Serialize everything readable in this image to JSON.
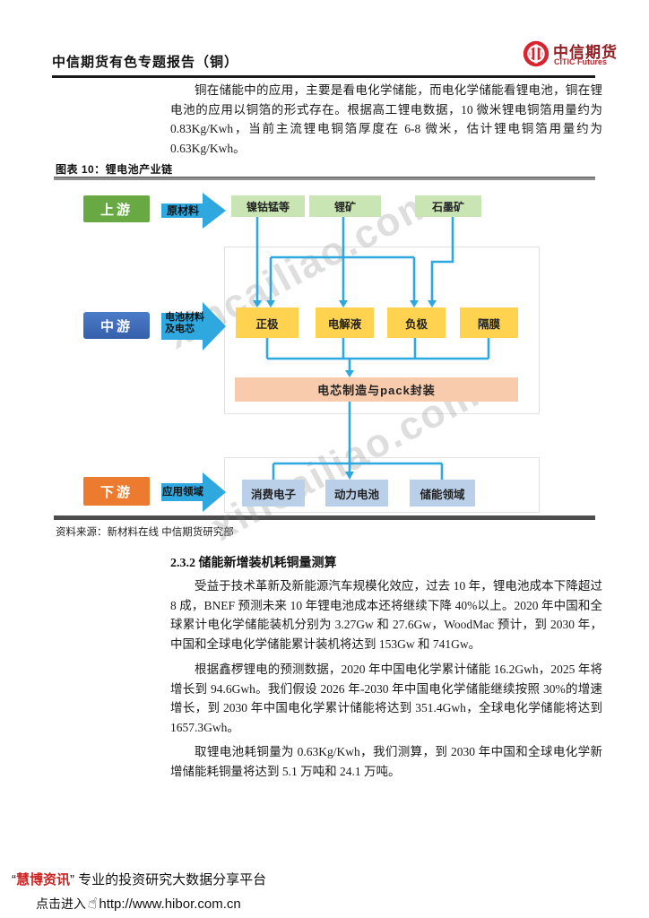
{
  "header": {
    "title": "中信期货有色专题报告（铜）",
    "logo_zh": "中信期货",
    "logo_en": "CITIC Futures"
  },
  "body": {
    "p1": "铜在储能中的应用，主要是看电化学储能，而电化学储能看锂电池，铜在锂电池的应用以铜箔的形式存在。根据高工锂电数据，10 微米锂电铜箔用量约为 0.83Kg/Kwh，当前主流锂电铜箔厚度在 6-8 微米，估计锂电铜箔用量约为 0.63Kg/Kwh。",
    "section_heading": "2.3.2 储能新增装机耗铜量测算",
    "p2": "受益于技术革新及新能源汽车规模化效应，过去 10 年，锂电池成本下降超过 8 成，BNEF 预测未来 10 年锂电池成本还将继续下降 40%以上。2020 年中国和全球累计电化学储能装机分别为 3.27Gw 和 27.6Gw，WoodMac 预计，到 2030 年，中国和全球电化学储能累计装机将达到 153Gw 和 741Gw。",
    "p3": "根据鑫椤锂电的预测数据，2020 年中国电化学累计储能 16.2Gwh，2025 年将增长到 94.6Gwh。我们假设 2026 年-2030 年中国电化学储能继续按照 30%的增速增长，到 2030 年中国电化学累计储能将达到 351.4Gwh，全球电化学储能将达到 1657.3Gwh。",
    "p4": "取锂电池耗铜量为 0.63Kg/Kwh，我们测算，到 2030 年中国和全球电化学新增储能耗铜量将达到 5.1 万吨和 24.1 万吨。"
  },
  "figure": {
    "caption": "图表 10：锂电池产业链",
    "source": "资料来源：新材料在线 中信期货研究部",
    "watermark": "xincailiao.com",
    "stages": {
      "up": "上游",
      "mid": "中游",
      "down": "下游"
    },
    "arrow_labels": {
      "a1": "原材料",
      "a2_line1": "电池材料",
      "a2_line2": "及电芯",
      "a3": "应用领域"
    },
    "upstream_items": [
      "镍钴锰等",
      "锂矿",
      "石墨矿"
    ],
    "midstream_items": [
      "正极",
      "电解液",
      "负极",
      "隔膜"
    ],
    "pack_label": "电芯制造与pack封装",
    "downstream_items": [
      "消费电子",
      "动力电池",
      "储能领域"
    ],
    "colors": {
      "stage_up": "#68a944",
      "stage_mid": "#4472c4",
      "stage_down": "#ed7b2f",
      "upstream_box": "#c9e5b4",
      "midstream_box": "#ffd34f",
      "pack_box": "#f8cbad",
      "downstream_box": "#bacfe8",
      "connector_blue": "#2ea8df"
    }
  },
  "footer": {
    "quote_open": "“",
    "brand": "慧博资讯",
    "quote_close": "”",
    "tagline": " 专业的投资研究大数据分享平台",
    "click_text": "点击进入",
    "url": "http://www.hibor.com.cn"
  }
}
